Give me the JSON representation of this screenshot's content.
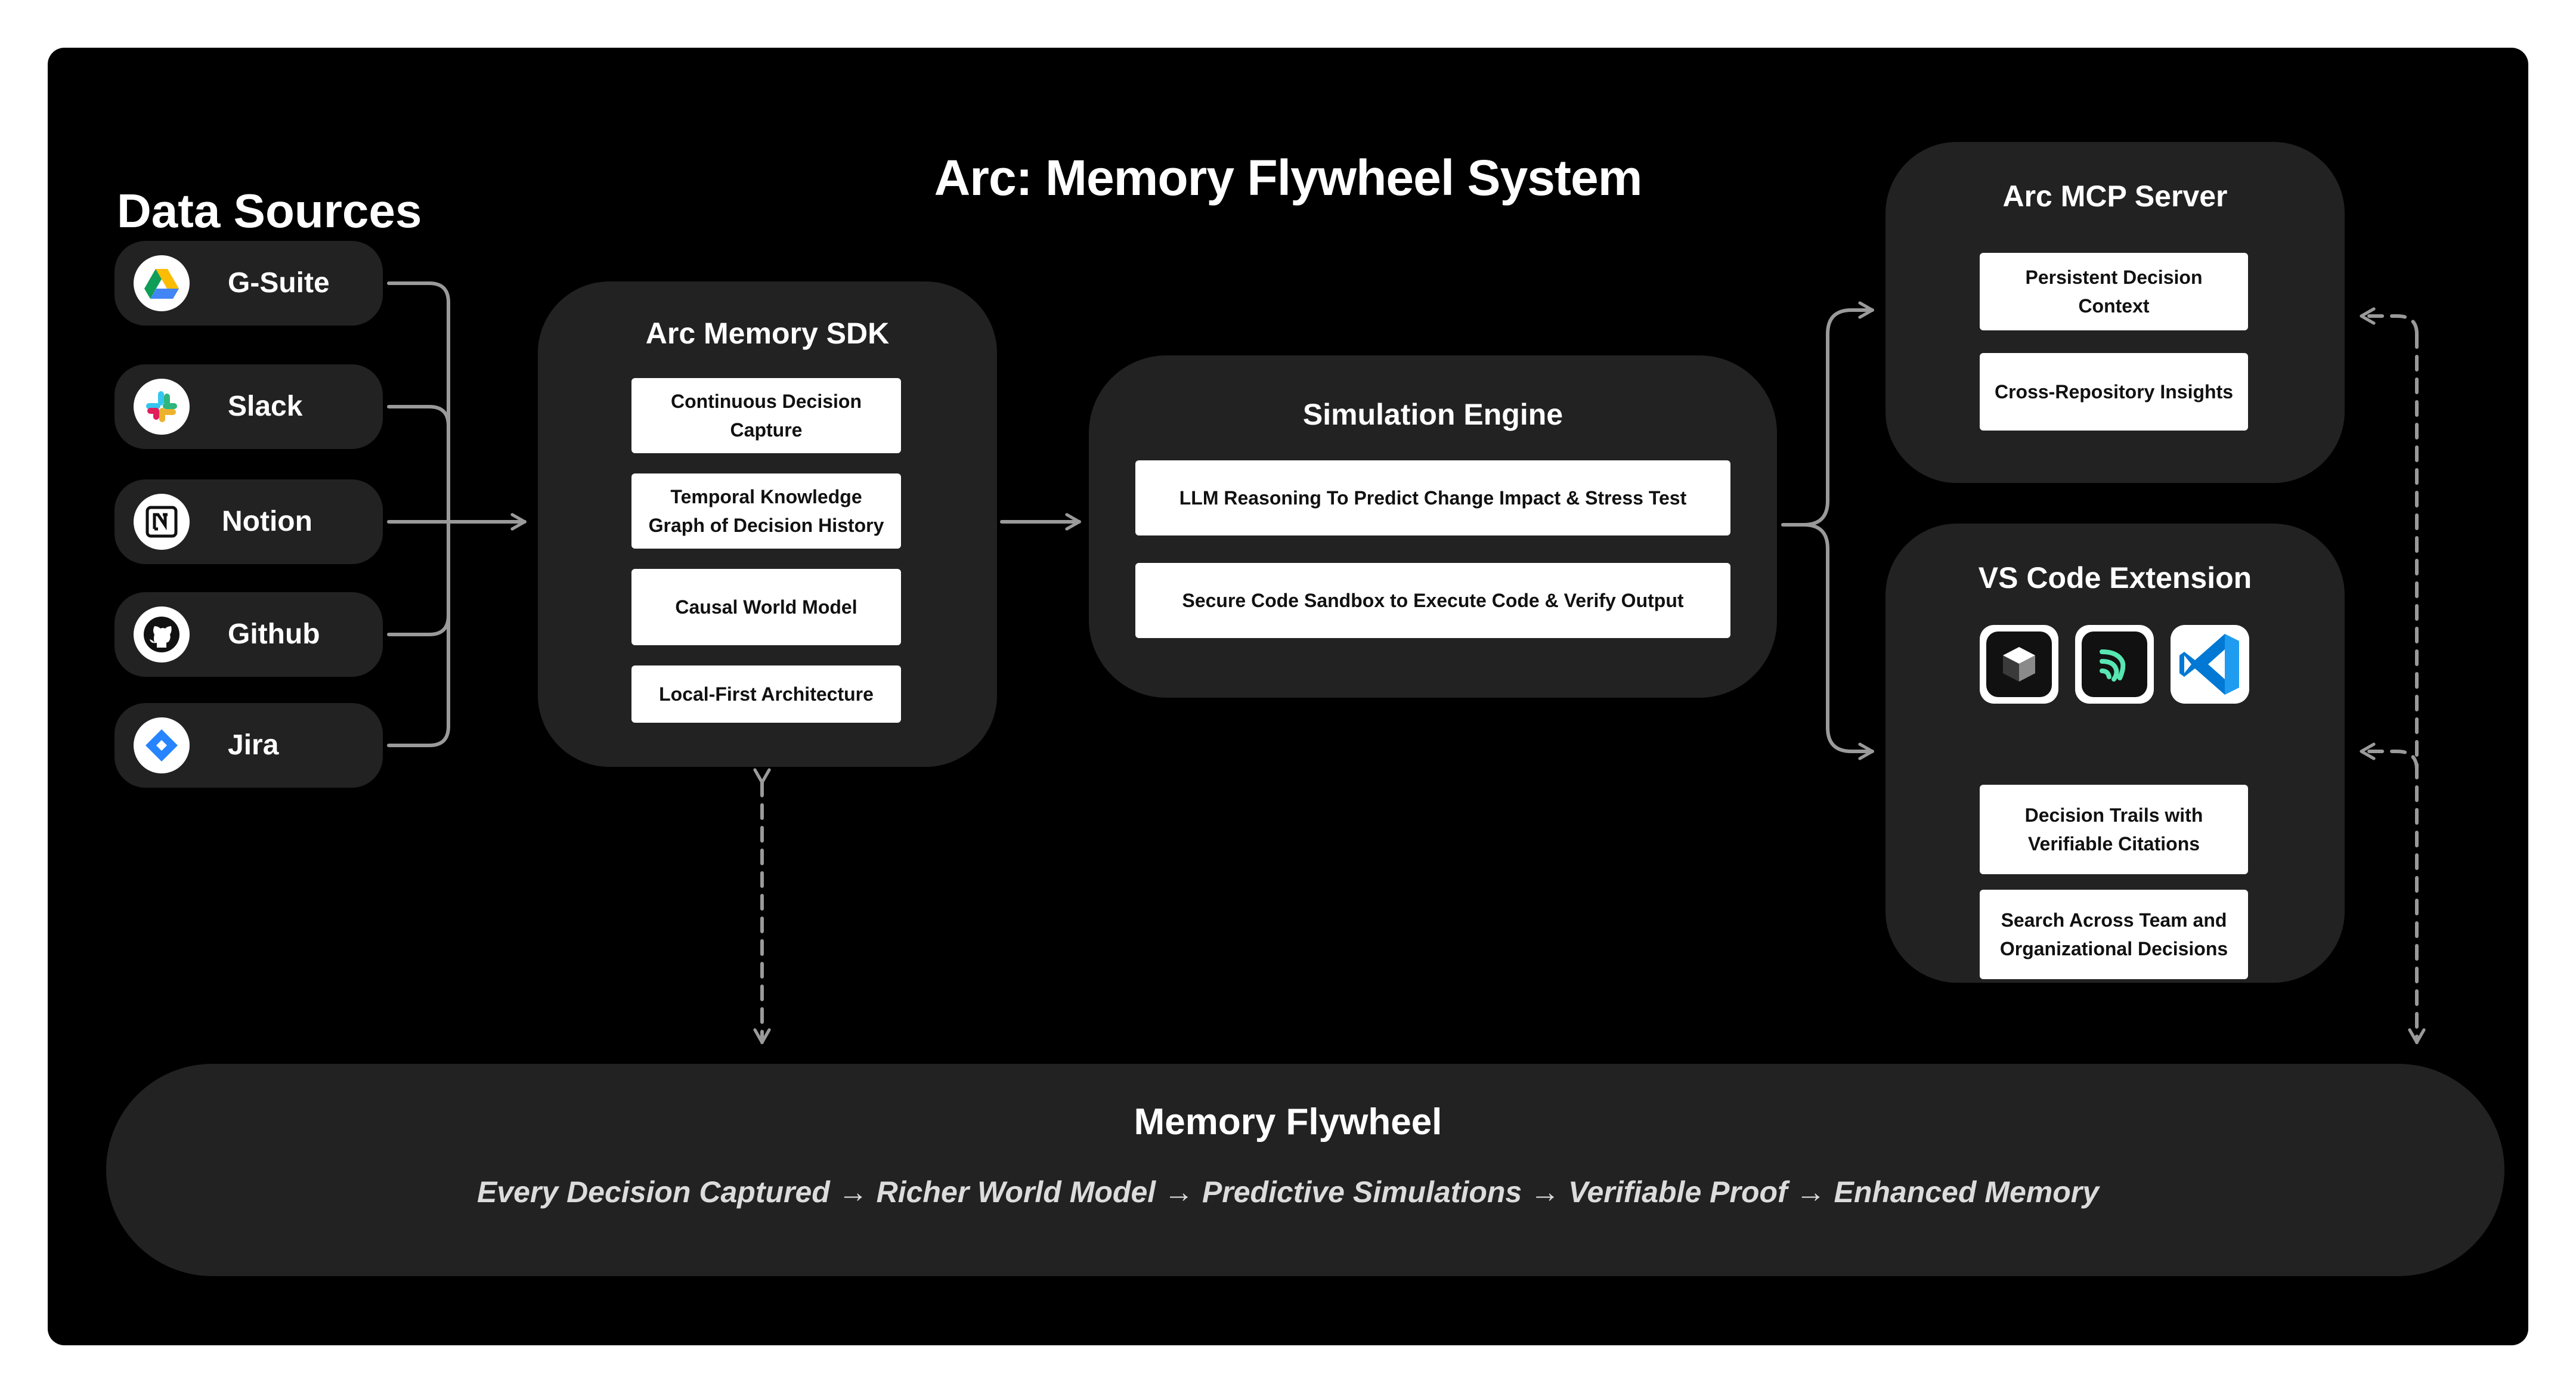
{
  "title": "Arc: Memory Flywheel System",
  "data_sources": {
    "heading": "Data Sources",
    "items": [
      {
        "label": "G-Suite",
        "icon": "google-drive-icon"
      },
      {
        "label": "Slack",
        "icon": "slack-icon"
      },
      {
        "label": "Notion",
        "icon": "notion-icon"
      },
      {
        "label": "Github",
        "icon": "github-icon"
      },
      {
        "label": "Jira",
        "icon": "jira-icon"
      }
    ]
  },
  "sdk": {
    "title": "Arc Memory SDK",
    "items": [
      "Continuous  Decision Capture",
      "Temporal Knowledge Graph of Decision History",
      "Causal World Model",
      "Local-First Architecture"
    ]
  },
  "simulation": {
    "title": "Simulation Engine",
    "items": [
      "LLM Reasoning To Predict Change Impact & Stress Test",
      "Secure Code Sandbox to Execute Code & Verify Output"
    ]
  },
  "mcp": {
    "title": "Arc MCP Server",
    "items": [
      "Persistent Decision Context",
      "Cross-Repository Insights"
    ]
  },
  "vscode": {
    "title": "VS Code Extension",
    "icons": [
      "cursor-icon",
      "windsurf-icon",
      "vscode-icon"
    ],
    "items": [
      "Decision Trails with Verifiable Citations",
      "Search Across Team and Organizational Decisions"
    ]
  },
  "flywheel": {
    "title": "Memory Flywheel",
    "subtitle": "Every Decision Captured → Richer World Model → Predictive Simulations → Verifiable Proof → Enhanced Memory"
  },
  "colors": {
    "background": "#000000",
    "panel": "#222222",
    "card": "#ffffff",
    "connector": "#9a9a9a"
  }
}
